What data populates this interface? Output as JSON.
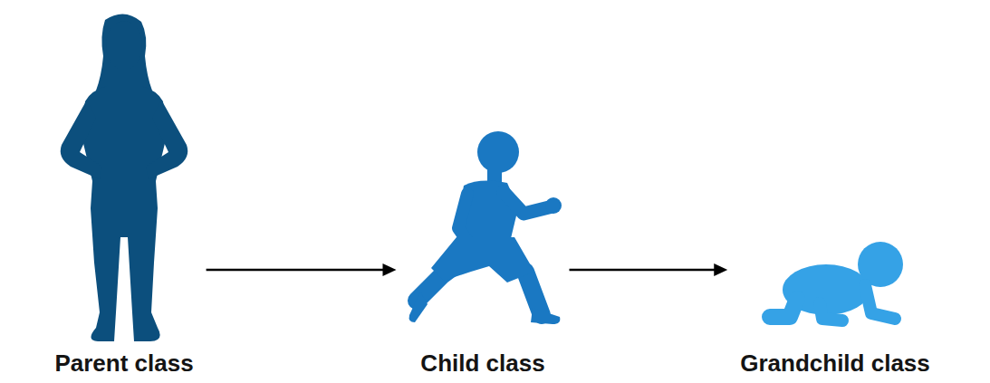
{
  "diagram": {
    "nodes": [
      {
        "text": [
          "Parent class"
        ]
      },
      {
        "text": [
          "Child class"
        ]
      },
      {
        "text": [
          "Grandchild class"
        ]
      }
    ],
    "edges": [
      {
        "from": 0,
        "to": 1,
        "arrow": "to"
      },
      {
        "from": 1,
        "to": 2,
        "arrow": "to"
      }
    ]
  }
}
